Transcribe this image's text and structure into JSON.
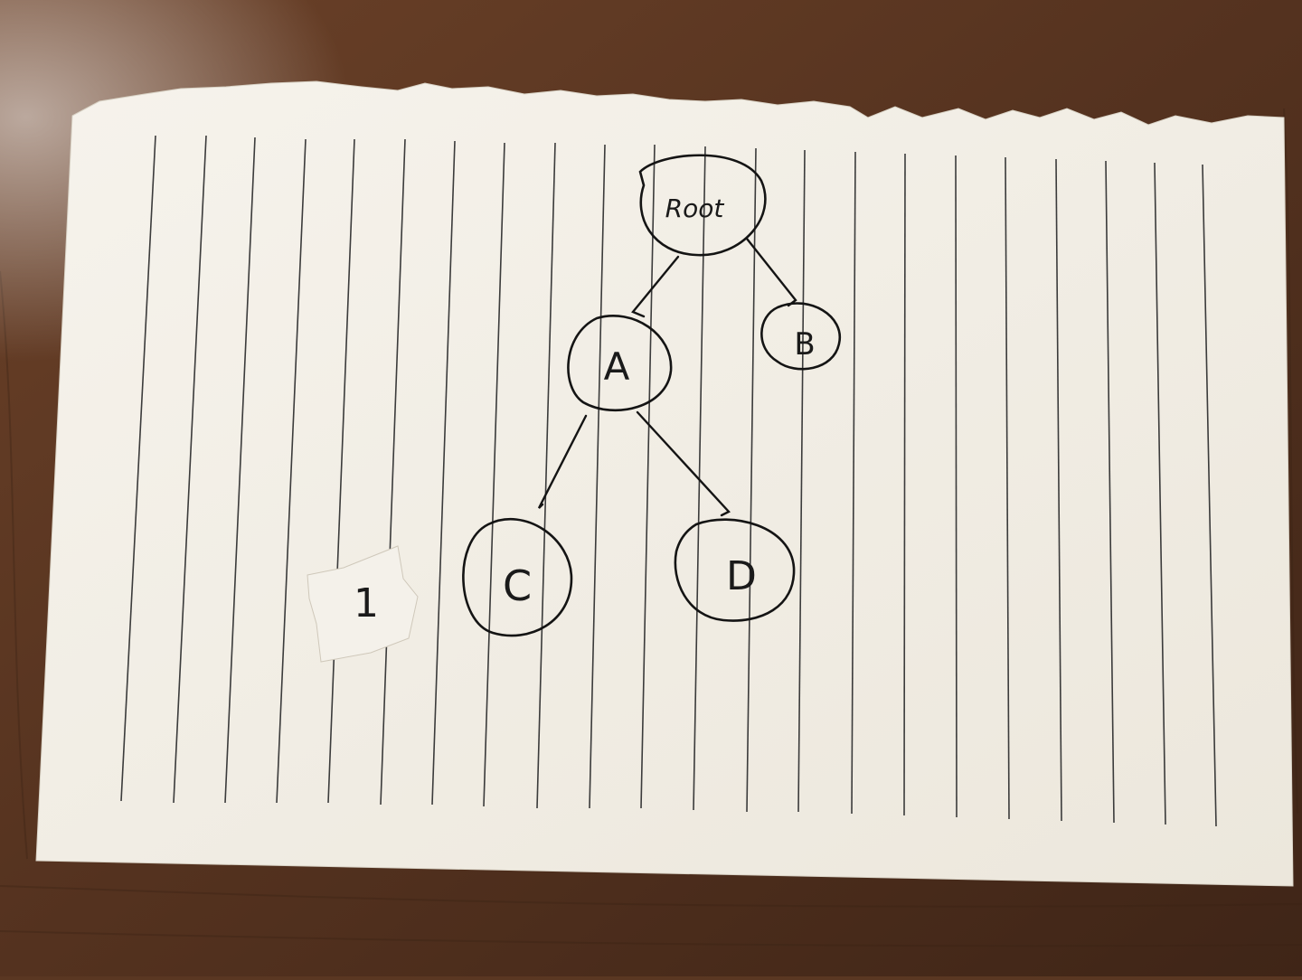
{
  "diagram": {
    "type": "tree",
    "nodes": [
      {
        "id": "root",
        "label": "Root"
      },
      {
        "id": "a",
        "label": "A"
      },
      {
        "id": "b",
        "label": "B"
      },
      {
        "id": "c",
        "label": "C"
      },
      {
        "id": "d",
        "label": "D"
      }
    ],
    "edges": [
      {
        "from": "root",
        "to": "a"
      },
      {
        "from": "root",
        "to": "b"
      },
      {
        "from": "a",
        "to": "c"
      },
      {
        "from": "a",
        "to": "d"
      }
    ]
  },
  "paper_tab": {
    "label": "1"
  },
  "colors": {
    "table_wood": "#5a3722",
    "paper": "#f3efe6",
    "ruled_line": "#3b3b3b",
    "ink": "#141414"
  }
}
